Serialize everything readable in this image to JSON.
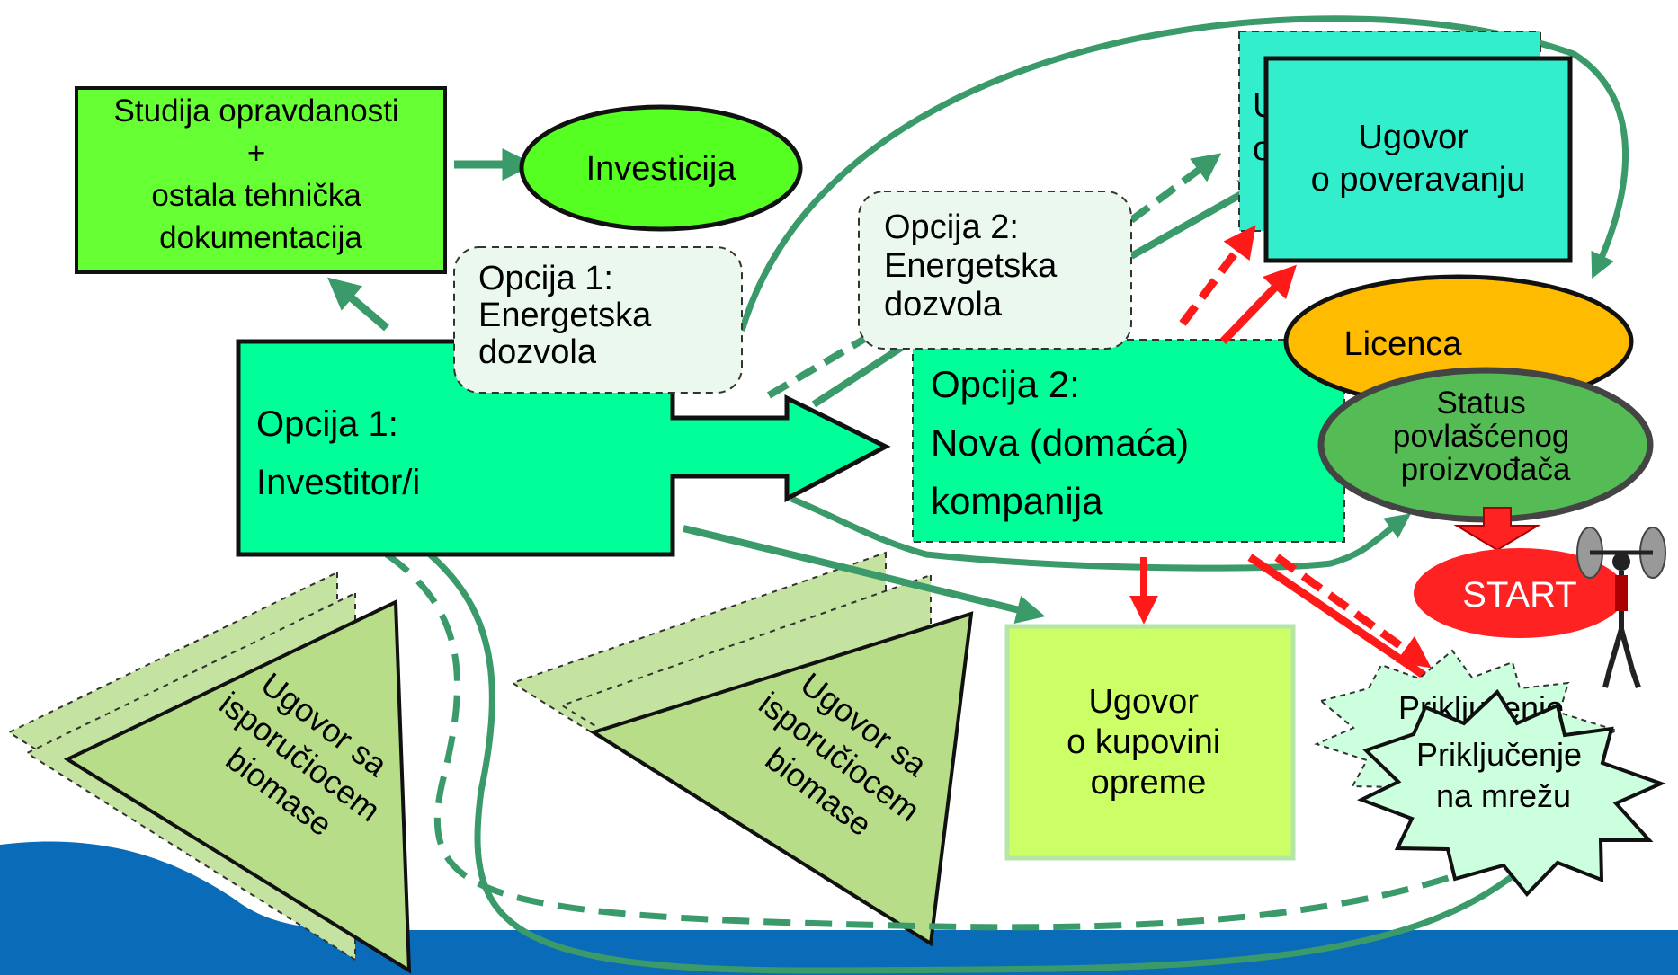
{
  "colors": {
    "green_box": "#66ff33",
    "teal_box": "#00ff99",
    "cyan_box": "#33eecc",
    "pale_box": "#eaf8ee",
    "ellipse_green": "#55ff22",
    "licence_orange": "#ffbb00",
    "status_green": "#55bb55",
    "start_red": "#ff2222",
    "lime_box": "#ccff66",
    "triangle": "#b8dd88",
    "burst": "#ccffdd",
    "arrow_green": "#3a9a6a",
    "arrow_red": "#ff1a1a",
    "bottom_blue": "#0a6cb8"
  },
  "diagram": {
    "studija": {
      "line1": "Studija opravdanosti",
      "line2": "+",
      "line3": "ostala tehnička",
      "line4": "dokumentacija"
    },
    "investicija": "Investicija",
    "opcija1_dozvola": {
      "line1": "Opcija 1:",
      "line2": "Energetska",
      "line3": "dozvola"
    },
    "opcija2_dozvola": {
      "line1": "Opcija 2:",
      "line2": "Energetska",
      "line3": "dozvola"
    },
    "ugovor_back": {
      "line1": "U",
      "line2": "o"
    },
    "ugovor_poveravanju": {
      "line1": "Ugovor",
      "line2": "o poveravanju"
    },
    "licenca": "Licenca",
    "status": {
      "line1": "Status",
      "line2": "povlašćenog",
      "line3": "proizvođača"
    },
    "start": "START",
    "investitor": {
      "line1": "Opcija  1:",
      "line2": "Investitor/i"
    },
    "kompanija": {
      "line1": "Opcija 2:",
      "line2": "Nova (domaća)",
      "line3": "kompanija"
    },
    "kupovina": {
      "line1": "Ugovor",
      "line2": "o kupovini",
      "line3": "opreme"
    },
    "biomasa_left": {
      "line1": "Ugovor sa",
      "line2": "isporučiocem",
      "line3": "biomase"
    },
    "biomasa_right": {
      "line1": "Ugovor sa",
      "line2": "isporučiocem",
      "line3": "biomase"
    },
    "prikljucenje_back": "Priključenje",
    "prikljucenje": {
      "line1": "Priključenje",
      "line2": "na mrežu"
    }
  }
}
